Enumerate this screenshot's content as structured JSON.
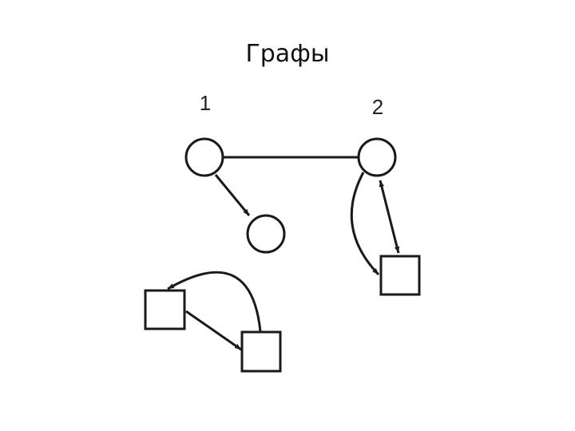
{
  "slide": {
    "title": "Графы"
  },
  "diagram": {
    "labels": {
      "graph_1": "1",
      "graph_2": "2"
    },
    "colors": {
      "stroke": "#1a1a1a",
      "fill": "#ffffff"
    }
  }
}
